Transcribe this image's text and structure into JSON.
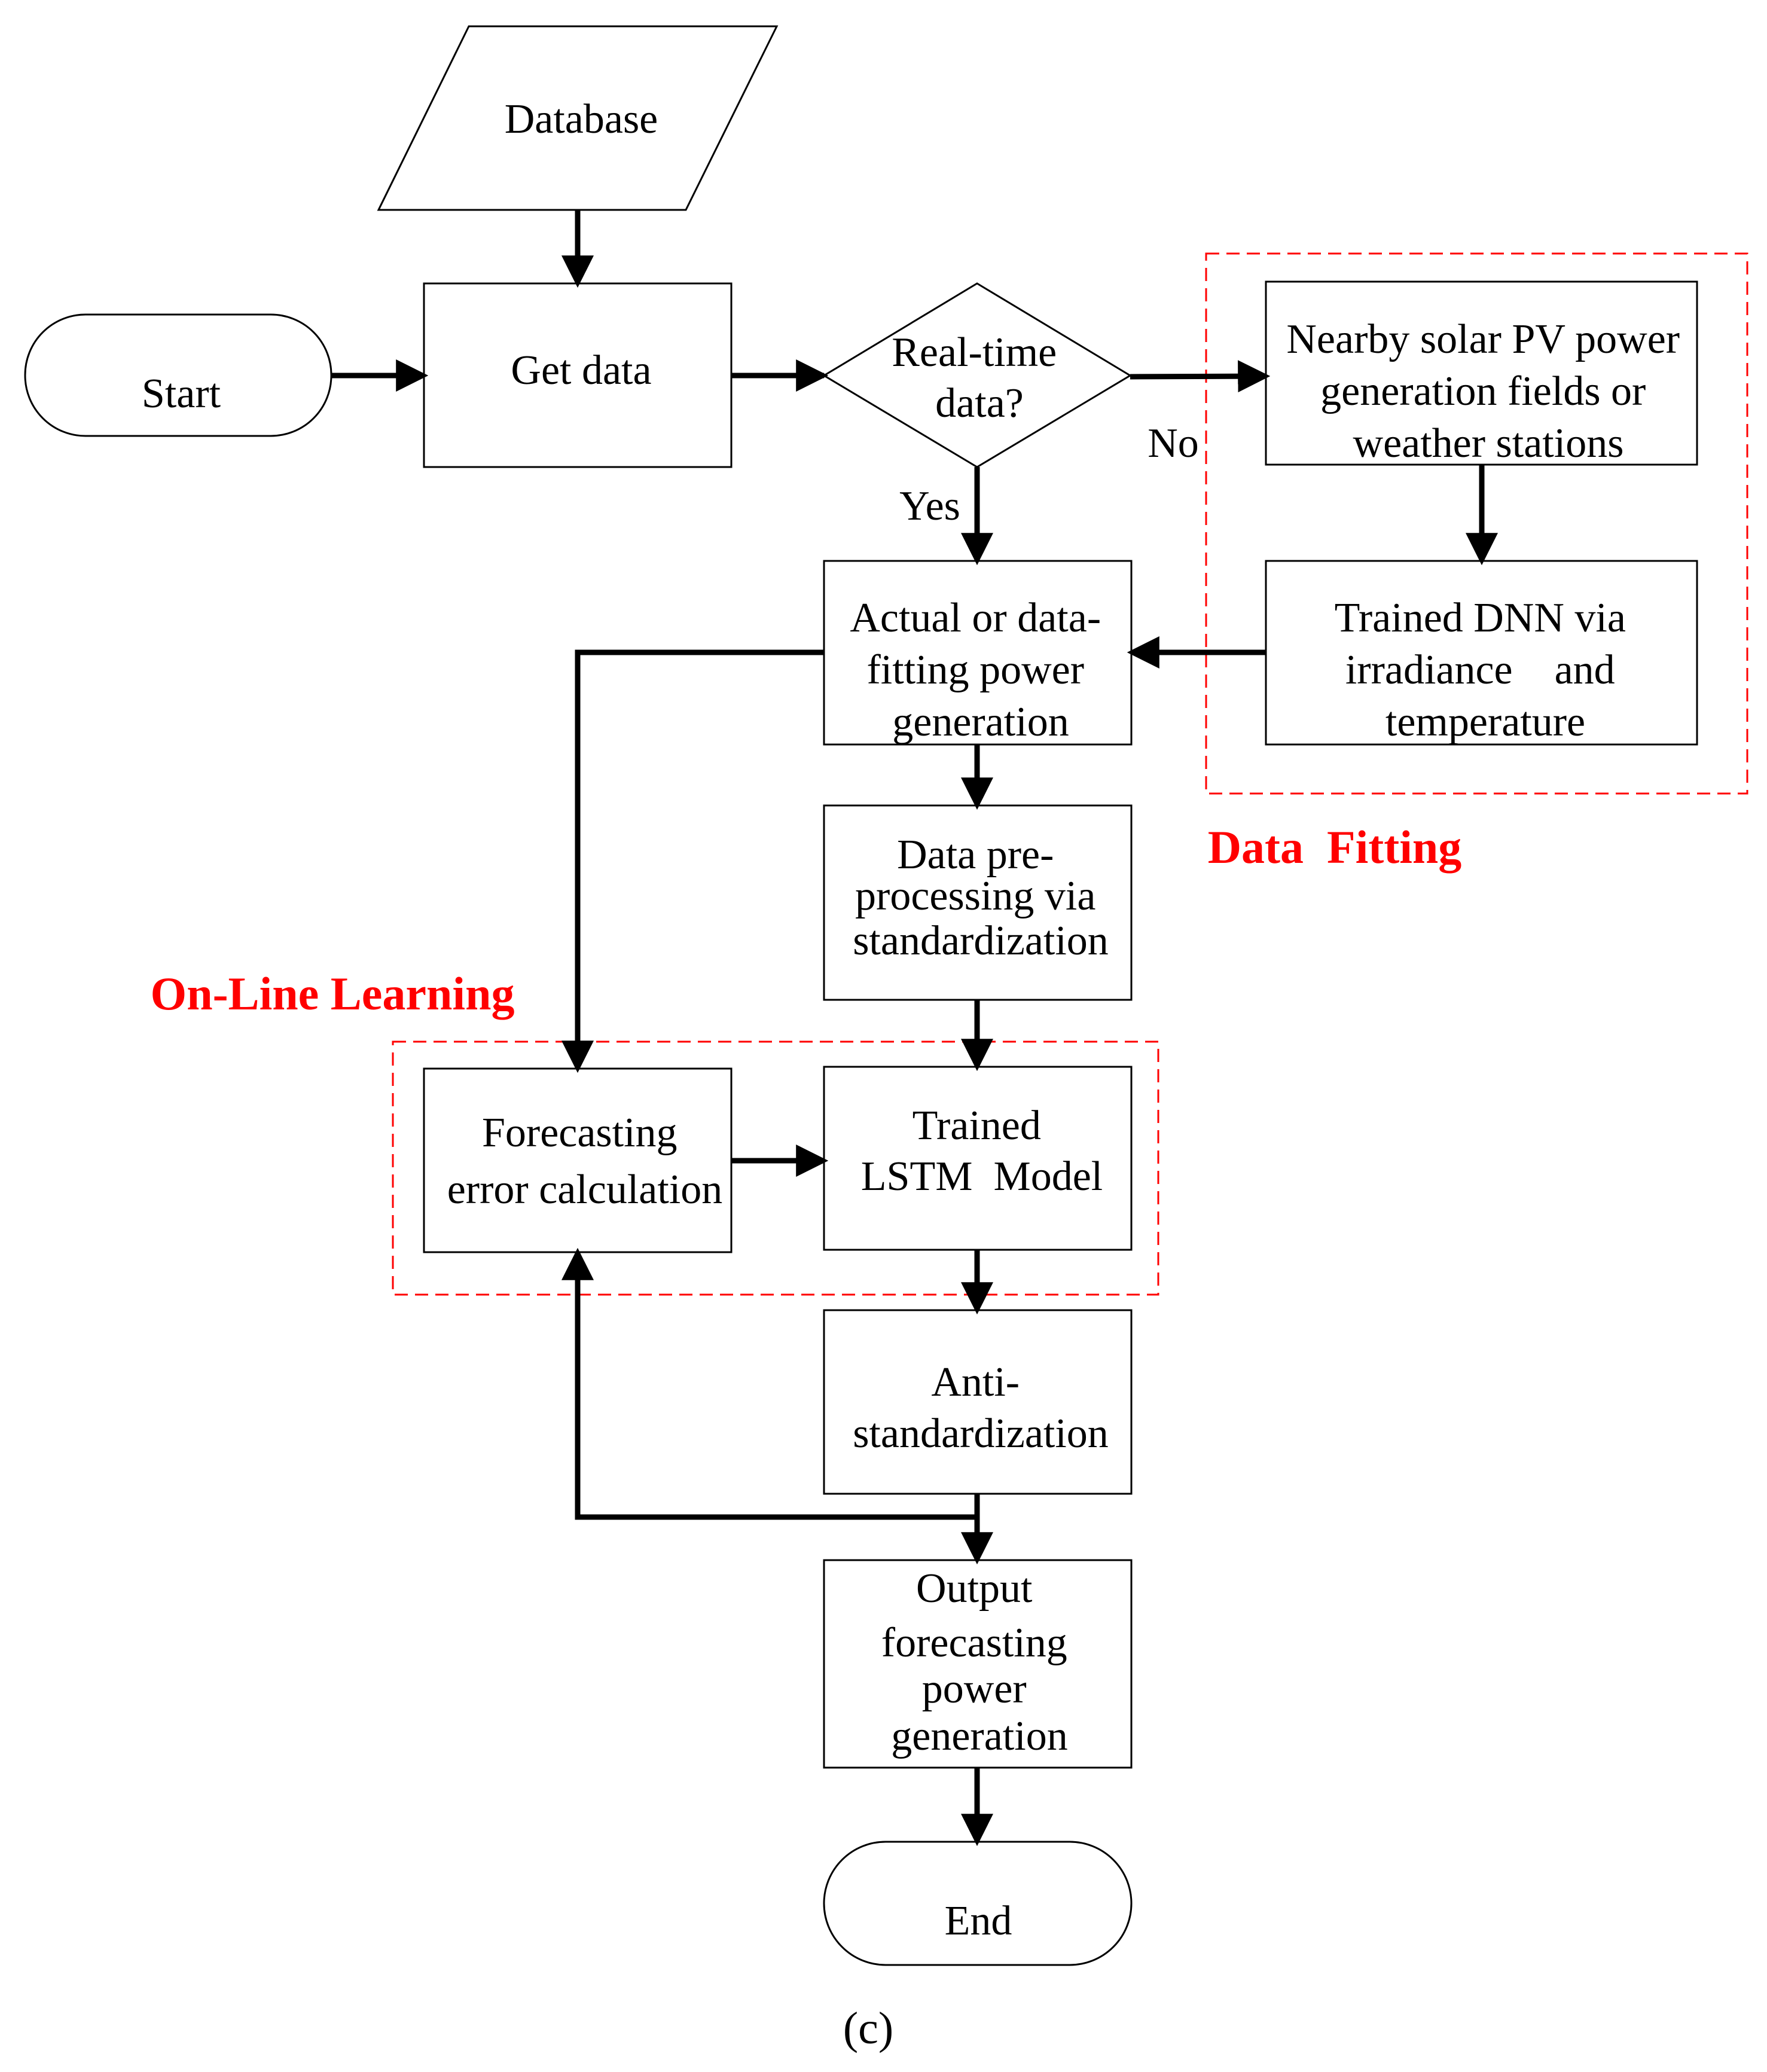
{
  "colors": {
    "region_border": "#ff0000",
    "region_title": "#ff0000",
    "line": "#000000",
    "background": "#ffffff"
  },
  "nodes": {
    "database": {
      "lines": [
        "Database"
      ]
    },
    "start": {
      "lines": [
        "Start"
      ]
    },
    "get_data": {
      "lines": [
        "Get data"
      ]
    },
    "realtime_decision": {
      "lines": [
        "Real-time",
        "data?"
      ]
    },
    "nearby_sources": {
      "lines": [
        "Nearby solar PV power",
        "generation fields or",
        "weather stations"
      ]
    },
    "trained_dnn": {
      "lines": [
        "Trained DNN via",
        "irradiance    and",
        "temperature"
      ]
    },
    "actual_power": {
      "lines": [
        "Actual or data-",
        "fitting power",
        "generation"
      ]
    },
    "preprocessing": {
      "lines": [
        "Data pre-",
        "processing via",
        "standardization"
      ]
    },
    "error_calc": {
      "lines": [
        "Forecasting",
        "error calculation"
      ]
    },
    "lstm_model": {
      "lines": [
        "Trained",
        "LSTM  Model"
      ]
    },
    "anti_standardization": {
      "lines": [
        "Anti-",
        "standardization"
      ]
    },
    "output": {
      "lines": [
        "Output",
        "forecasting",
        "power",
        "generation"
      ]
    },
    "end": {
      "lines": [
        "End"
      ]
    }
  },
  "edge_labels": {
    "no": "No",
    "yes": "Yes"
  },
  "regions": {
    "data_fitting": {
      "title": "Data  Fitting"
    },
    "online_learning": {
      "title": "On-Line Learning"
    }
  },
  "caption": "(c)"
}
